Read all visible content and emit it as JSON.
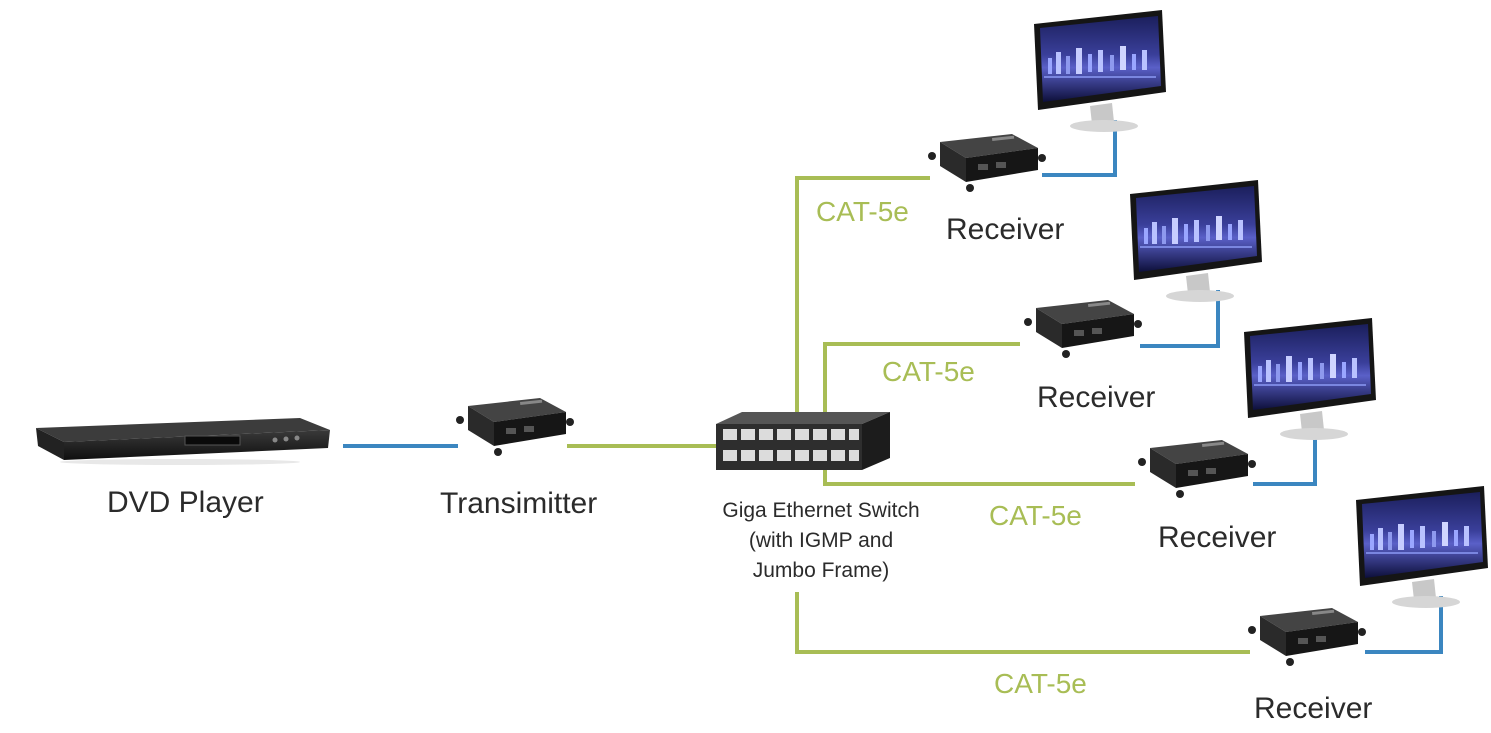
{
  "colors": {
    "cat_cable": "#a8bd55",
    "av_cable": "#3b86c0",
    "device_dark": "#1c1c1c",
    "label_text": "#2b2b2b"
  },
  "source": {
    "label": "DVD Player"
  },
  "transmitter": {
    "label": "Transimitter"
  },
  "switch": {
    "line1": "Giga Ethernet Switch",
    "line2": "(with IGMP and",
    "line3": "Jumbo Frame)"
  },
  "branches": [
    {
      "cable_label": "CAT-5e",
      "receiver_label": "Receiver"
    },
    {
      "cable_label": "CAT-5e",
      "receiver_label": "Receiver"
    },
    {
      "cable_label": "CAT-5e",
      "receiver_label": "Receiver"
    },
    {
      "cable_label": "CAT-5e",
      "receiver_label": "Receiver"
    }
  ]
}
